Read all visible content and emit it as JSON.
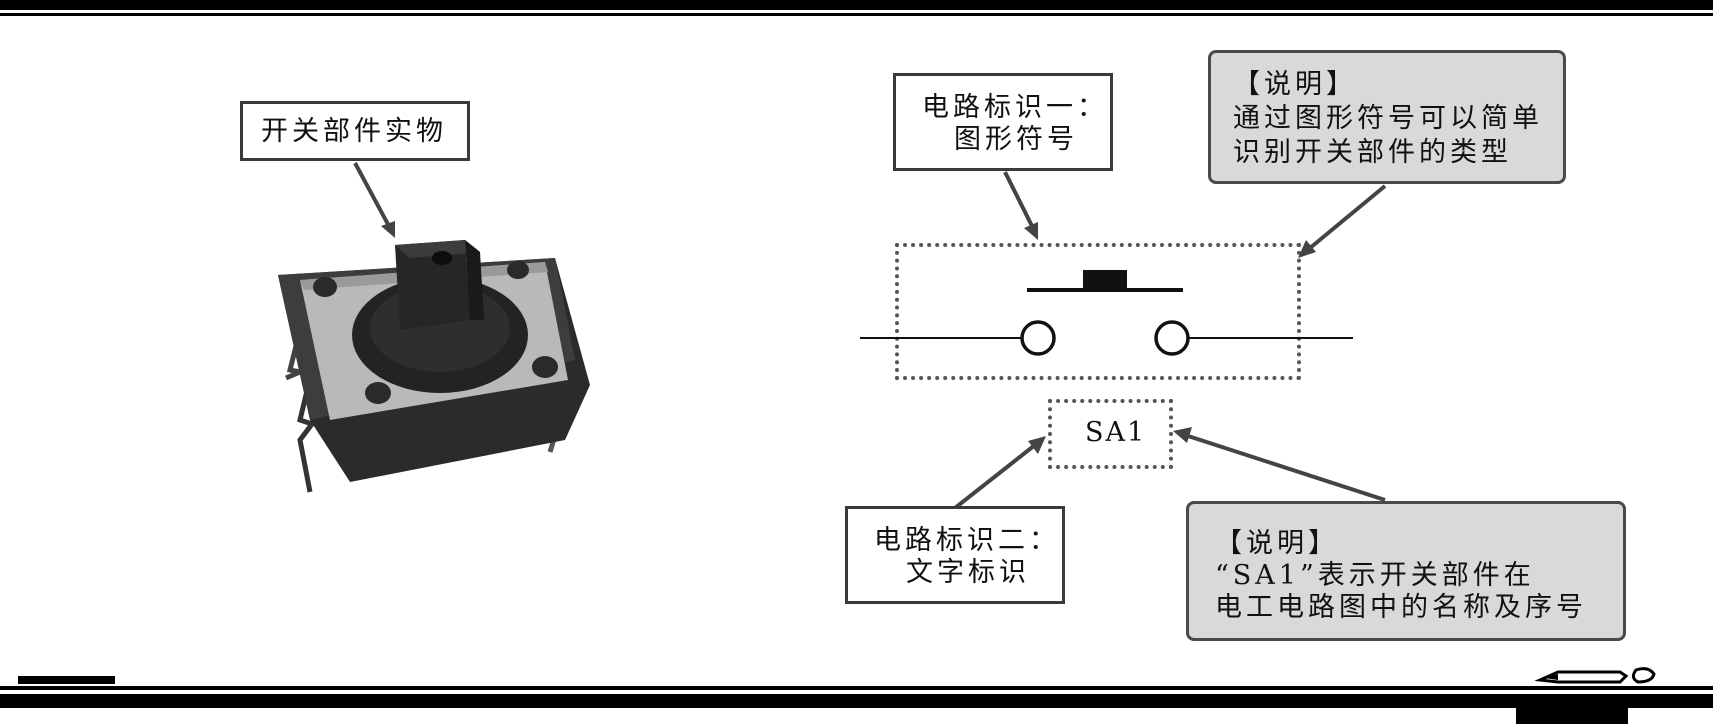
{
  "photo_section": {
    "label": "开关部件实物",
    "image": "tactile-push-button-switch"
  },
  "diagram": {
    "symbol_label_line1": "电路标识一：",
    "symbol_label_line2": "图形符号",
    "symbol_note_line1": "【说明】",
    "symbol_note_line2": "通过图形符号可以简单",
    "symbol_note_line3": "识别开关部件的类型",
    "designator": "SA1",
    "text_label_line1": "电路标识二：",
    "text_label_line2": "文字标识",
    "text_note_line1": "【说明】",
    "text_note_line2": "“SA1”表示开关部件在",
    "text_note_line3": "电工电路图中的名称及序号"
  },
  "colors": {
    "note_fill": "#d9d9d9",
    "border": "#3a3a3a",
    "bar": "#000000"
  }
}
